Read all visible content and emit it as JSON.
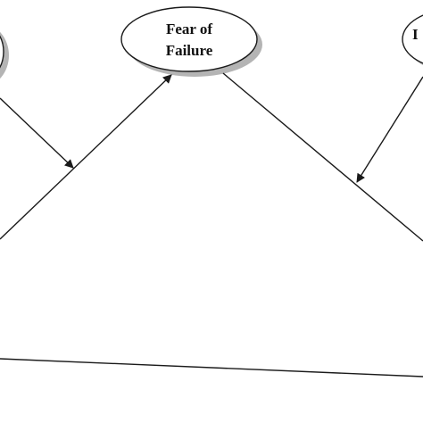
{
  "diagram": {
    "nodes": [
      {
        "id": "fear-of-failure",
        "label_line1": "Fear of",
        "label_line2": "Failure"
      },
      {
        "id": "left-node-cropped",
        "label": ""
      },
      {
        "id": "right-node-cropped",
        "label": ""
      }
    ],
    "edges": [
      {
        "from": "left-node-cropped",
        "to": "left-path-midpoint"
      },
      {
        "from": "left-path",
        "to": "fear-of-failure"
      },
      {
        "from": "right-node-cropped",
        "to": "right-path-midpoint"
      },
      {
        "from": "fear-of-failure",
        "to": "right-path"
      },
      {
        "from": "left-path",
        "to": "right-path"
      }
    ]
  }
}
